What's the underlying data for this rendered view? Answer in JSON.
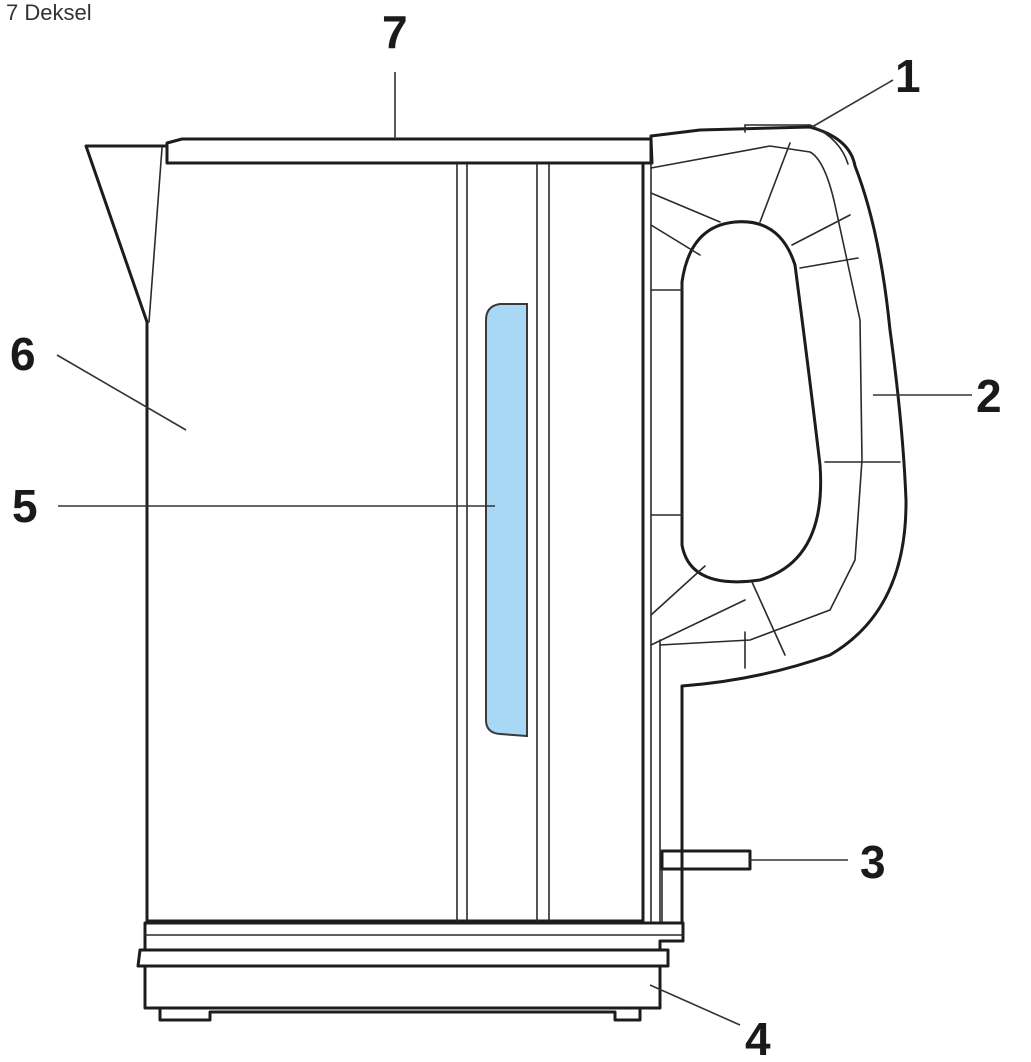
{
  "caption": "7 Deksel",
  "callouts": [
    "1",
    "2",
    "3",
    "4",
    "5",
    "6",
    "7"
  ],
  "colors": {
    "outline": "#1c1c1c",
    "window_fill": "#a8d8f6",
    "window_stroke": "#3a3a3a"
  }
}
